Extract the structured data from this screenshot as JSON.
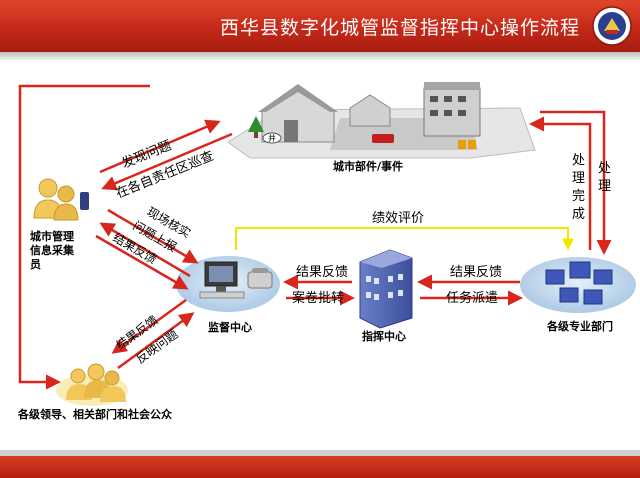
{
  "header": {
    "title": "西华县数字化城管监督指挥中心操作流程"
  },
  "nodes": {
    "city_parts": "城市部件/事件",
    "collector": "城市管理信息采集员",
    "supervision_center": "监督中心",
    "command_center": "指挥中心",
    "departments": "各级专业部门",
    "public": "各级领导、相关部门和社会公众",
    "manhole": "井"
  },
  "flows": {
    "discover_problem": "发现问题",
    "patrol": "在各自责任区巡查",
    "verify": "现场核实",
    "report_problem": "问题上报",
    "feedback_result_1": "结果反馈",
    "feedback_result_2": "结果反馈",
    "reflect_problem": "反映问题",
    "performance_eval": "绩效评价",
    "feedback_result_3": "结果反馈",
    "case_approval": "案卷批转",
    "feedback_result_4": "结果反馈",
    "task_dispatch": "任务派遣",
    "handle": "处理",
    "handle_done": "处理完成"
  },
  "colors": {
    "header_red": "#c4291a",
    "arrow_red": "#d9261c",
    "eval_yellow": "#f2e600",
    "ellipse_blue": "#b9d3ea"
  }
}
